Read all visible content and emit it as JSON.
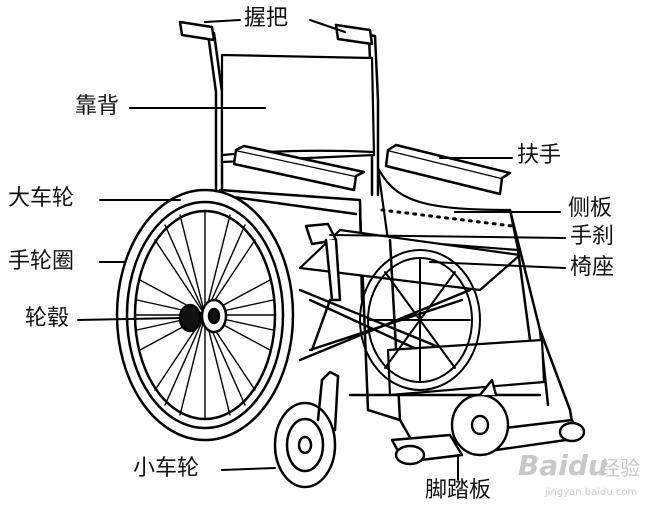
{
  "labels": {
    "grip": "握把",
    "backrest": "靠背",
    "armrest": "扶手",
    "big_wheel": "大车轮",
    "side_panel": "侧板",
    "hand_rim": "手轮圈",
    "brake": "手刹",
    "seat": "椅座",
    "hub": "轮毂",
    "caster": "小车轮",
    "footrest": "脚踏板"
  },
  "watermark": {
    "brand": "Baidu",
    "text": "经验",
    "url": "jingyan.baidu.com"
  },
  "colors": {
    "line": "#000000",
    "background": "#ffffff",
    "watermark": "#c8c8c8"
  }
}
